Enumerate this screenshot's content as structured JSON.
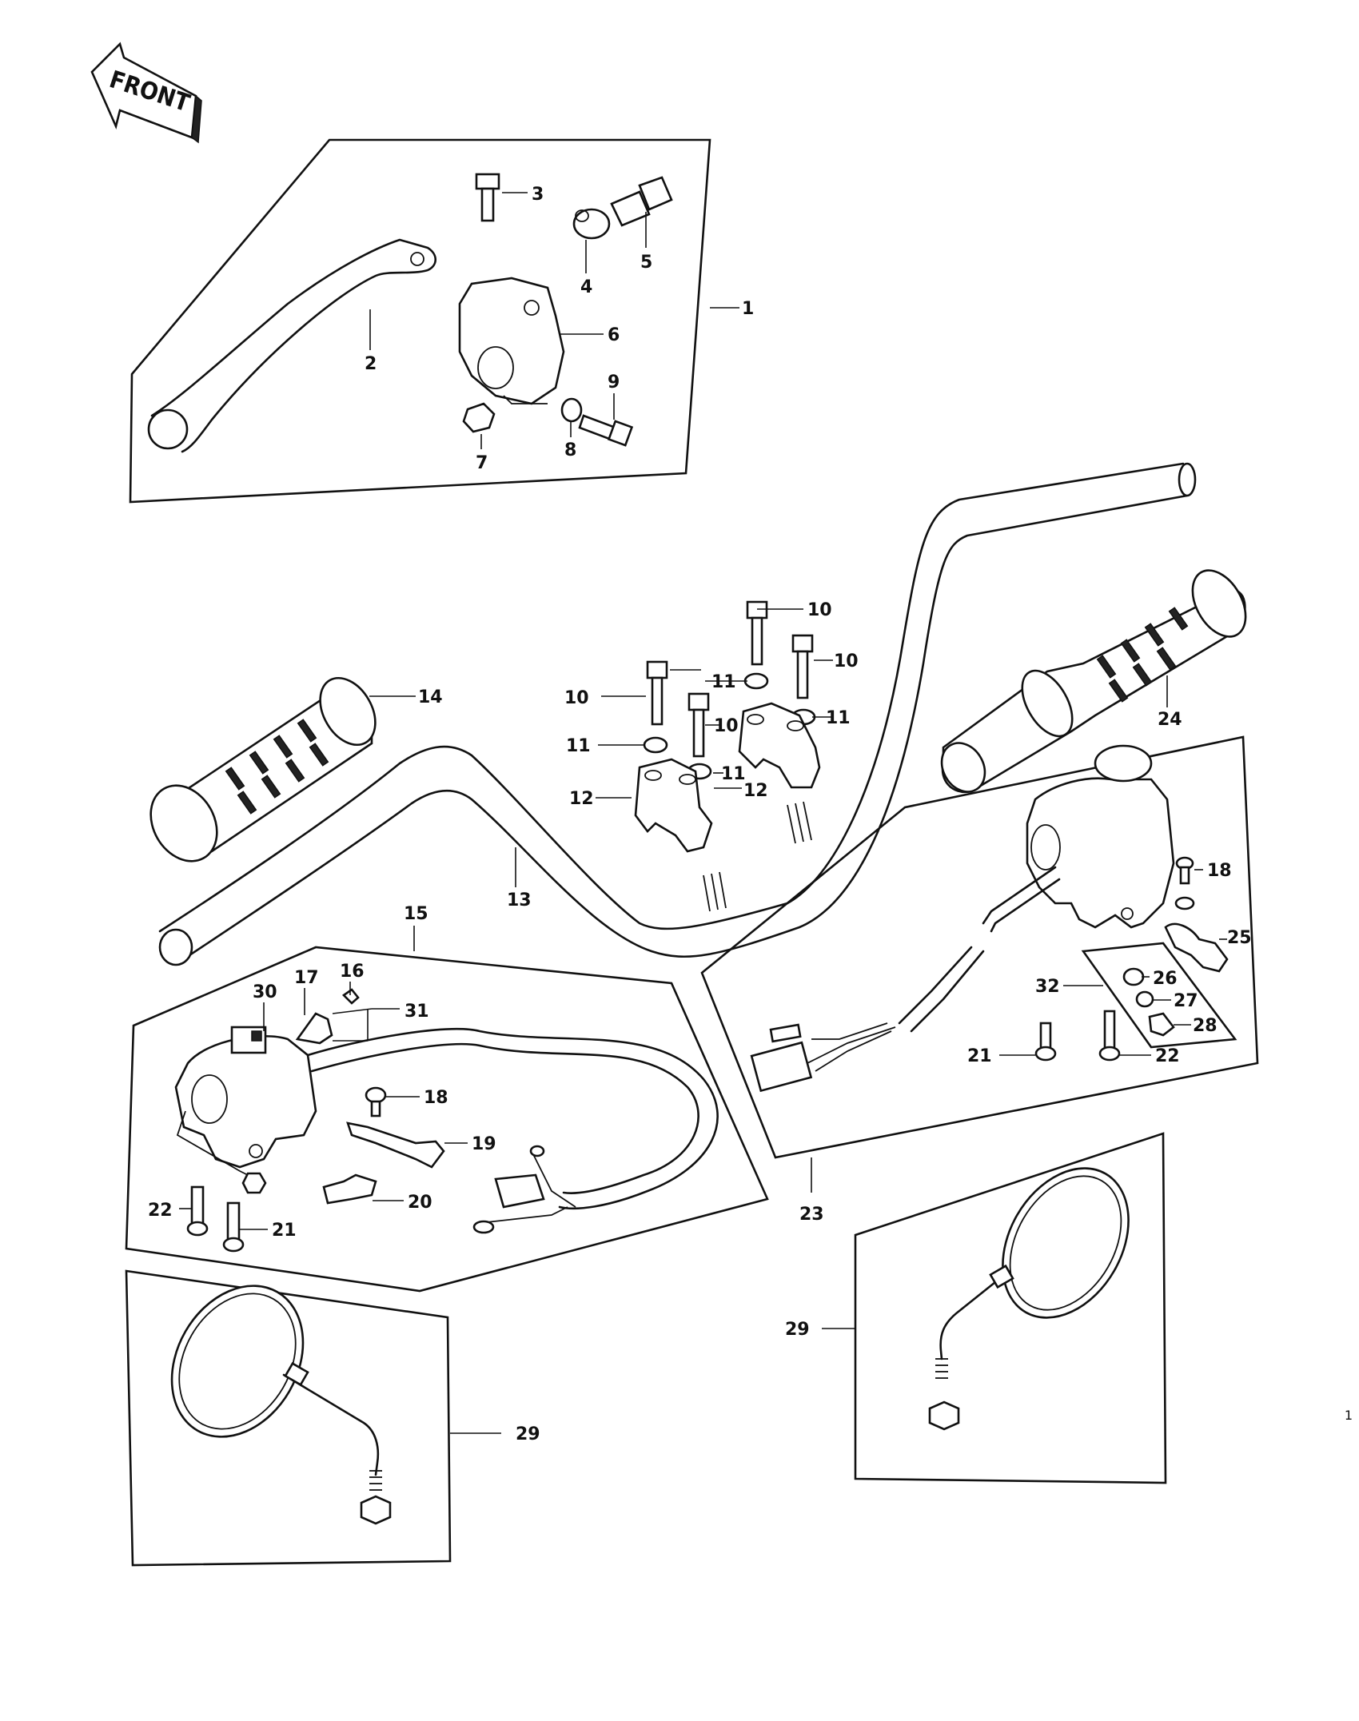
{
  "front_badge": {
    "label": "FRONT"
  },
  "page_number": "1",
  "callouts": {
    "c1": "1",
    "c2": "2",
    "c3": "3",
    "c4": "4",
    "c5": "5",
    "c6": "6",
    "c7": "7",
    "c8": "8",
    "c9": "9",
    "c10a": "10",
    "c10b": "10",
    "c10c": "10",
    "c10d": "10",
    "c11a": "11",
    "c11b": "11",
    "c11c": "11",
    "c11d": "11",
    "c12a": "12",
    "c12b": "12",
    "c13": "13",
    "c14": "14",
    "c15": "15",
    "c16": "16",
    "c17": "17",
    "c18a": "18",
    "c18b": "18",
    "c19": "19",
    "c20": "20",
    "c21a": "21",
    "c21b": "21",
    "c22a": "22",
    "c22b": "22",
    "c23": "23",
    "c24": "24",
    "c25": "25",
    "c26": "26",
    "c27": "27",
    "c28": "28",
    "c29a": "29",
    "c29b": "29",
    "c30": "30",
    "c31": "31",
    "c32": "32"
  },
  "icons": {
    "front_arrow": "arrow-left-icon",
    "lever": "clutch-lever-icon",
    "mirror": "mirror-icon",
    "grip": "grip-icon",
    "switch": "switch-housing-icon"
  }
}
